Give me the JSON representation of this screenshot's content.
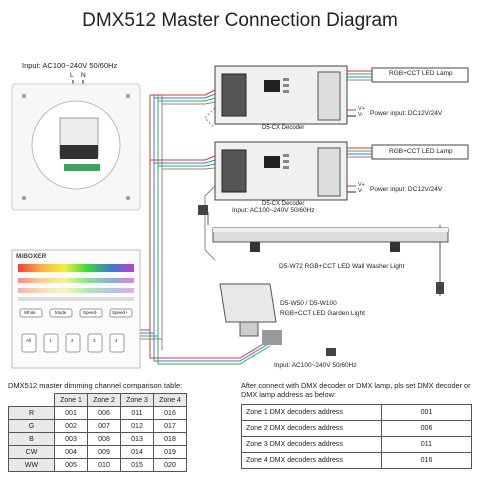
{
  "title": "DMX512 Master Connection Diagram",
  "input_top": "Input: AC100~240V 50/60Hz",
  "panel": {
    "terminal_l": "L",
    "terminal_n": "N",
    "brand": "MiBOXER",
    "button_labels": [
      "White",
      "Mode",
      "Speed-",
      "Speed+"
    ],
    "zone_buttons": [
      "All",
      "1",
      "2",
      "3",
      "4"
    ]
  },
  "decoder1": {
    "name": "D5-CX Decoder",
    "lamp": "RGB+CCT LED Lamp",
    "v_plus": "V+",
    "v_minus": "V-",
    "power": "Power input: DC12V/24V"
  },
  "decoder2": {
    "name": "D5-CX Decoder",
    "lamp": "RGB+CCT LED Lamp",
    "v_plus": "V+",
    "v_minus": "V-",
    "power": "Power input: DC12V/24V"
  },
  "wall_washer": {
    "input": "Input: AC100~240V 50/60Hz",
    "name": "D5-W72 RGB+CCT LED Wall Washer Light"
  },
  "garden_light": {
    "name_line1": "D5-W50 / D5-W100",
    "name_line2": "RGB+CCT LED Garden Light",
    "input": "Input: AC100~240V 50/60Hz"
  },
  "channel_table": {
    "caption": "DMX512 master dimming channel comparison table:",
    "headers": [
      "Zone 1",
      "Zone 2",
      "Zone 3",
      "Zone 4"
    ],
    "rows": [
      {
        "label": "R",
        "values": [
          "001",
          "006",
          "011",
          "016"
        ]
      },
      {
        "label": "G",
        "values": [
          "002",
          "007",
          "012",
          "017"
        ]
      },
      {
        "label": "B",
        "values": [
          "003",
          "008",
          "013",
          "018"
        ]
      },
      {
        "label": "CW",
        "values": [
          "004",
          "009",
          "014",
          "019"
        ]
      },
      {
        "label": "WW",
        "values": [
          "005",
          "010",
          "015",
          "020"
        ]
      }
    ]
  },
  "address_table": {
    "caption": "After connect with DMX decoder or DMX lamp, pls set DMX decoder or DMX lamp address as below:",
    "rows": [
      {
        "zone": "Zone 1 DMX decoders address",
        "address": "001"
      },
      {
        "zone": "Zone 2 DMX decoders address",
        "address": "006"
      },
      {
        "zone": "Zone 3 DMX decoders address",
        "address": "011"
      },
      {
        "zone": "Zone 4 DMX decoders address",
        "address": "016"
      }
    ]
  },
  "colors": {
    "wire_red": "#d23a3a",
    "wire_blue": "#3a7bd5",
    "wire_green": "#3aa65a",
    "wire_gray": "#888888"
  }
}
